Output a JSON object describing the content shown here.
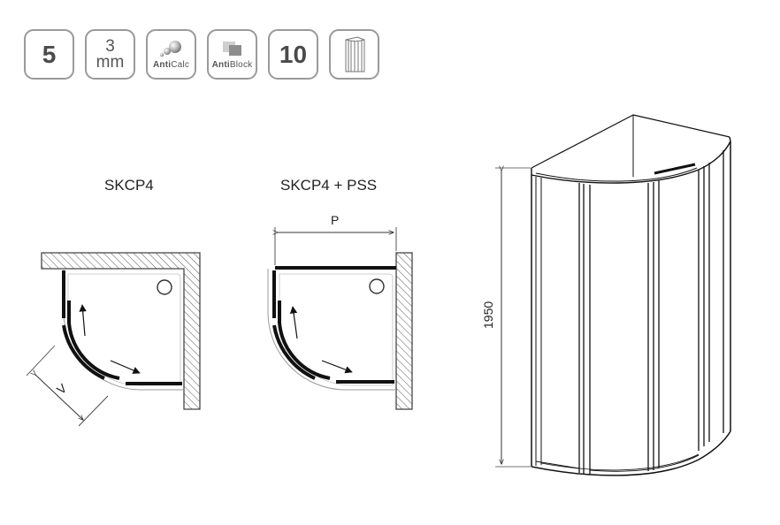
{
  "badges": [
    {
      "kind": "number",
      "value": "5"
    },
    {
      "kind": "thickness",
      "value": "3",
      "unit": "mm"
    },
    {
      "kind": "coating",
      "label_bold": "Anti",
      "label_rest": "Calc",
      "icon": "anticalc-drops-icon"
    },
    {
      "kind": "coating",
      "label_bold": "Anti",
      "label_rest": "Block",
      "icon": "antiblock-squares-icon"
    },
    {
      "kind": "number",
      "value": "10"
    },
    {
      "kind": "icon",
      "icon": "shower-enclosure-icon"
    }
  ],
  "plans": {
    "left_title": "SKCP4",
    "right_title": "SKCP4 + PSS",
    "left_dimension": "V",
    "right_dimension": "P"
  },
  "enclosure": {
    "height_label": "1950"
  }
}
